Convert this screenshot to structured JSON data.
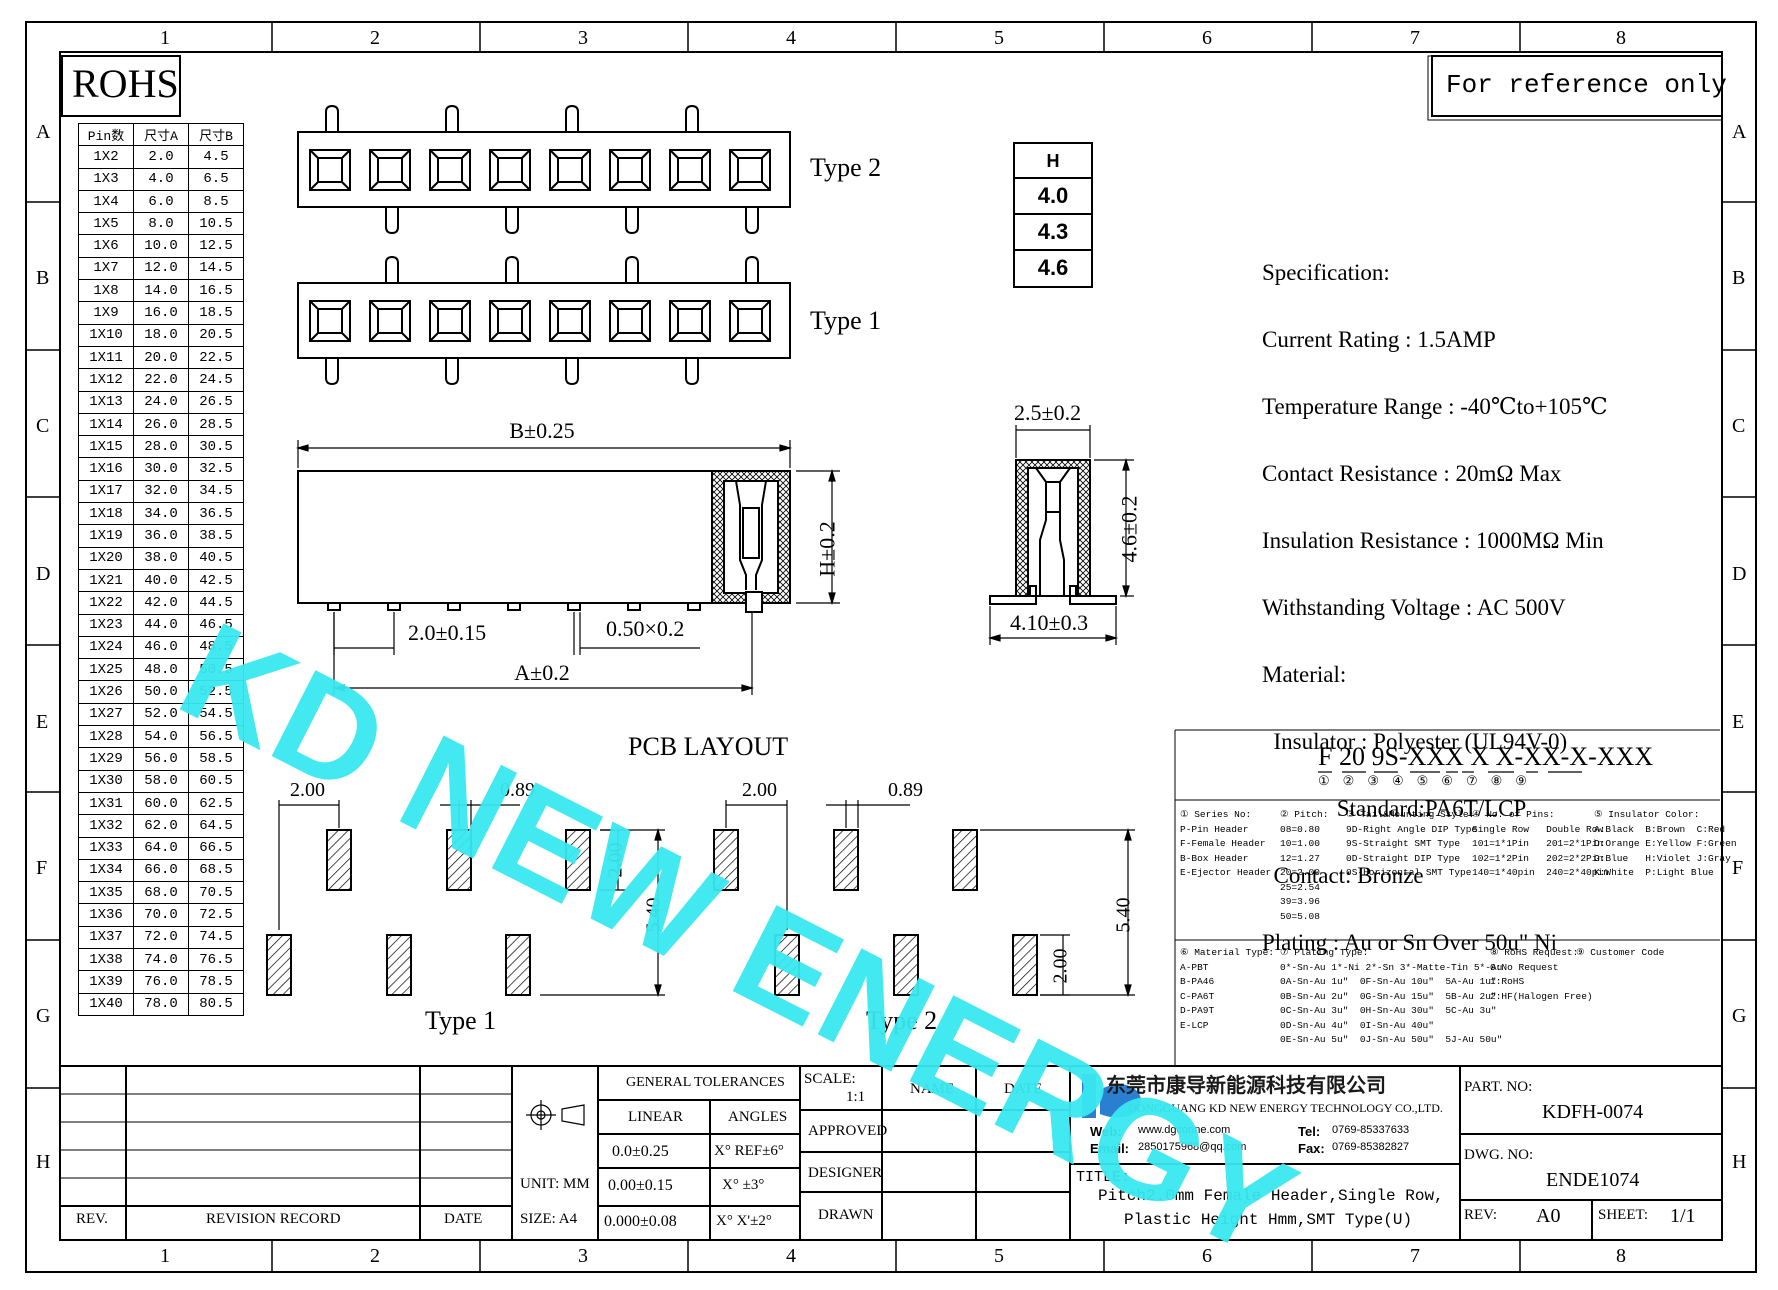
{
  "border": {
    "cols": [
      "1",
      "2",
      "3",
      "4",
      "5",
      "6",
      "7",
      "8"
    ],
    "rows": [
      "A",
      "B",
      "C",
      "D",
      "E",
      "F",
      "G",
      "H"
    ]
  },
  "rohs": "ROHS",
  "reference": "For reference only",
  "pin_table": {
    "headers": [
      "Pin数",
      "尺寸A",
      "尺寸B"
    ],
    "rows": [
      [
        "1X2",
        "2.0",
        "4.5"
      ],
      [
        "1X3",
        "4.0",
        "6.5"
      ],
      [
        "1X4",
        "6.0",
        "8.5"
      ],
      [
        "1X5",
        "8.0",
        "10.5"
      ],
      [
        "1X6",
        "10.0",
        "12.5"
      ],
      [
        "1X7",
        "12.0",
        "14.5"
      ],
      [
        "1X8",
        "14.0",
        "16.5"
      ],
      [
        "1X9",
        "16.0",
        "18.5"
      ],
      [
        "1X10",
        "18.0",
        "20.5"
      ],
      [
        "1X11",
        "20.0",
        "22.5"
      ],
      [
        "1X12",
        "22.0",
        "24.5"
      ],
      [
        "1X13",
        "24.0",
        "26.5"
      ],
      [
        "1X14",
        "26.0",
        "28.5"
      ],
      [
        "1X15",
        "28.0",
        "30.5"
      ],
      [
        "1X16",
        "30.0",
        "32.5"
      ],
      [
        "1X17",
        "32.0",
        "34.5"
      ],
      [
        "1X18",
        "34.0",
        "36.5"
      ],
      [
        "1X19",
        "36.0",
        "38.5"
      ],
      [
        "1X20",
        "38.0",
        "40.5"
      ],
      [
        "1X21",
        "40.0",
        "42.5"
      ],
      [
        "1X22",
        "42.0",
        "44.5"
      ],
      [
        "1X23",
        "44.0",
        "46.5"
      ],
      [
        "1X24",
        "46.0",
        "48.5"
      ],
      [
        "1X25",
        "48.0",
        "50.5"
      ],
      [
        "1X26",
        "50.0",
        "52.5"
      ],
      [
        "1X27",
        "52.0",
        "54.5"
      ],
      [
        "1X28",
        "54.0",
        "56.5"
      ],
      [
        "1X29",
        "56.0",
        "58.5"
      ],
      [
        "1X30",
        "58.0",
        "60.5"
      ],
      [
        "1X31",
        "60.0",
        "62.5"
      ],
      [
        "1X32",
        "62.0",
        "64.5"
      ],
      [
        "1X33",
        "64.0",
        "66.5"
      ],
      [
        "1X34",
        "66.0",
        "68.5"
      ],
      [
        "1X35",
        "68.0",
        "70.5"
      ],
      [
        "1X36",
        "70.0",
        "72.5"
      ],
      [
        "1X37",
        "72.0",
        "74.5"
      ],
      [
        "1X38",
        "74.0",
        "76.5"
      ],
      [
        "1X39",
        "76.0",
        "78.5"
      ],
      [
        "1X40",
        "78.0",
        "80.5"
      ]
    ]
  },
  "views": {
    "type2": "Type 2",
    "type1": "Type 1",
    "b_dim": "B±0.25",
    "h_dim": "H±0.2",
    "pitch_dim": "2.0±0.15",
    "pin_dim": "0.50×0.2",
    "a_dim": "A±0.2",
    "side_w": "2.5±0.2",
    "side_h": "4.6±0.2",
    "side_foot": "4.10±0.3"
  },
  "h_table": {
    "header": "H",
    "values": [
      "4.0",
      "4.3",
      "4.6"
    ]
  },
  "spec": {
    "lines": [
      "Specification:",
      "Current Rating : 1.5AMP",
      "Temperature Range : -40℃to+105℃",
      "Contact Resistance : 20mΩ Max",
      "Insulation Resistance : 1000MΩ Min",
      "Withstanding Voltage : AC 500V",
      "Material:",
      "  Insulator : Polyester (UL94V-0)",
      "             Standard:PA6T/LCP",
      "  Contact: Bronze",
      "Plating : Au or Sn Over 50u\" Ni"
    ]
  },
  "pcb": {
    "title": "PCB LAYOUT",
    "d200": "2.00",
    "d089": "0.89",
    "d540": "5.40",
    "type1": "Type 1",
    "type2": "Type 2"
  },
  "part_code": {
    "code": "F 20 9S-XXX X X-XX-X-XXX",
    "circles": [
      "①",
      "②",
      "③",
      "④",
      "⑤",
      "⑥",
      "⑦",
      "⑧",
      "⑨"
    ],
    "block1": [
      [
        "① Series No:",
        "P-Pin Header",
        "F-Female Header",
        "B-Box Header",
        "E-Ejector Header"
      ],
      [
        "② Pitch:",
        "08=0.80",
        "10=1.00",
        "12=1.27",
        "20=2.00",
        "25=2.54",
        "39=3.96",
        "50=5.08"
      ],
      [
        "③ Tail&Mounting Style:",
        "9D-Right Angle DIP Type",
        "9S-Straight SMT Type",
        "0D-Straight DIP Type",
        "0S-Horizontal SMT Type"
      ],
      [
        "④ No. of Pins:",
        "Single Row   Double Row",
        "101=1*1Pin   201=2*1Pin",
        "102=1*2Pin   202=2*2Pin",
        "140=1*40pin  240=2*40pin"
      ],
      [
        "⑤ Insulator Color:",
        "A:Black  B:Brown  C:Red",
        "D:Orange E:Yellow F:Green",
        "G:Blue   H:Violet J:Gray",
        "K:White  P:Light Blue"
      ]
    ],
    "block2": [
      [
        "⑥ Material Type:",
        "A-PBT",
        "B-PA46",
        "C-PA6T",
        "D-PA9T",
        "E-LCP"
      ],
      [
        "⑦ Plating Type:",
        "0*-Sn-Au 1*-Ni 2*-Sn 3*-Matte-Tin 5*-Au",
        "0A-Sn-Au 1u\"  0F-Sn-Au 10u\"  5A-Au 1u\"",
        "0B-Sn-Au 2u\"  0G-Sn-Au 15u\"  5B-Au 2u\"",
        "0C-Sn-Au 3u\"  0H-Sn-Au 30u\"  5C-Au 3u\"",
        "0D-Sn-Au 4u\"  0I-Sn-Au 40u\"",
        "0E-Sn-Au 5u\"  0J-Sn-Au 50u\"  5J-Au 50u\""
      ],
      [
        "⑧ RoHS Request:",
        "0:No Request",
        "1:RoHS",
        "2:HF(Halogen Free)"
      ],
      [
        "⑨ Customer Code"
      ]
    ]
  },
  "title_block": {
    "rev": "REV.",
    "revision_record": "REVISION RECORD",
    "date": "DATE",
    "general_tolerances": "GENERAL TOLERANCES",
    "linear": "LINEAR",
    "angles": "ANGLES",
    "tol1": "0.0±0.25",
    "tol2": "0.00±0.15",
    "tol3": "0.000±0.08",
    "ang1": "X° REF±6°",
    "ang2": "X° ±3°",
    "ang3": "X° X'±2°",
    "unit": "UNIT: MM",
    "size": "SIZE: A4",
    "scale_label": "SCALE:",
    "scale_val": "1:1",
    "name": "NAME",
    "date2": "DATE",
    "approved": "APPROVED",
    "designer": "DESIGNER",
    "drawn": "DRAWN",
    "company_cn": "东莞市康导新能源科技有限公司",
    "company_en": "DONGGUANG KD NEW ENERGY TECHNOLOGY CO.,LTD.",
    "web_label": "Web:",
    "web": "www.dgconne.com",
    "tel_label": "Tel:",
    "tel": "0769-85337633",
    "email_label": "Email:",
    "email": "2850175968@qq.com",
    "fax_label": "Fax:",
    "fax": "0769-85382827",
    "title_label": "TITLE:",
    "title1": "Pitch2.0mm Female Header,Single Row,",
    "title2": "Plastic Height Hmm,SMT Type(U)",
    "part_no_label": "PART. NO:",
    "part_no": "KDFH-0074",
    "dwg_no_label": "DWG. NO:",
    "dwg_no": "ENDE1074",
    "rev_label": "REV:",
    "rev_val": "A0",
    "sheet_label": "SHEET:",
    "sheet_val": "1/1"
  },
  "watermark": "KD NEW ENERGY",
  "colors": {
    "watermark": "#39e8f0",
    "logo": "#2a7fd0"
  }
}
